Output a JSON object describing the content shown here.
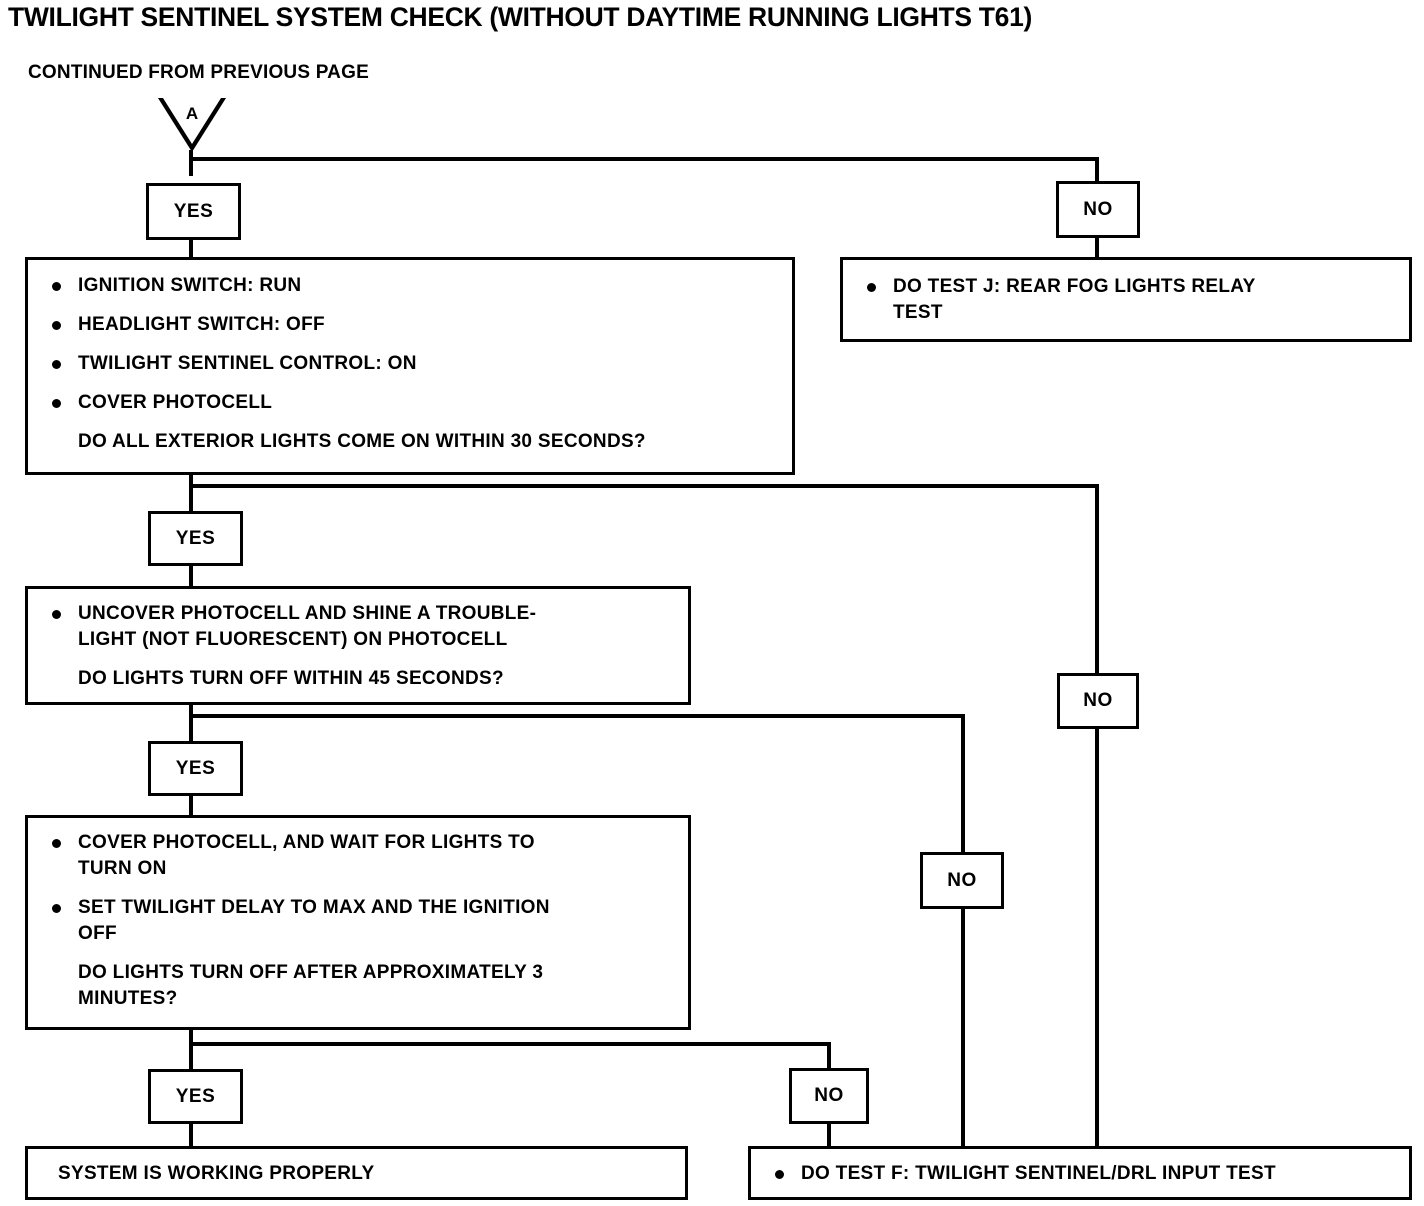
{
  "header": {
    "title": "TWILIGHT SENTINEL SYSTEM CHECK (WITHOUT DAYTIME RUNNING LIGHTS T61)",
    "subtitle": "CONTINUED FROM PREVIOUS PAGE"
  },
  "connector": {
    "label": "A"
  },
  "labels": {
    "yes": "YES",
    "no": "NO"
  },
  "nodes": {
    "step1": {
      "lines": [
        {
          "text": "IGNITION SWITCH: RUN",
          "bullet": true,
          "gap": false
        },
        {
          "text": "HEADLIGHT SWITCH: OFF",
          "bullet": true,
          "gap": true
        },
        {
          "text": "TWILIGHT SENTINEL CONTROL: ON",
          "bullet": true,
          "gap": true
        },
        {
          "text": "COVER PHOTOCELL",
          "bullet": true,
          "gap": true
        },
        {
          "text": "DO ALL EXTERIOR LIGHTS COME ON WITHIN 30 SECONDS?",
          "bullet": false,
          "gap": true
        }
      ]
    },
    "testJ": {
      "lines": [
        {
          "text": "DO TEST J: REAR FOG LIGHTS RELAY",
          "bullet": true,
          "gap": false
        },
        {
          "text": "TEST",
          "bullet": false,
          "gap": false
        }
      ]
    },
    "step2": {
      "lines": [
        {
          "text": "UNCOVER PHOTOCELL AND SHINE A TROUBLE-",
          "bullet": true,
          "gap": false
        },
        {
          "text": "LIGHT (NOT FLUORESCENT) ON PHOTOCELL",
          "bullet": false,
          "gap": false
        },
        {
          "text": "DO LIGHTS TURN OFF WITHIN 45 SECONDS?",
          "bullet": false,
          "gap": true
        }
      ]
    },
    "step3": {
      "lines": [
        {
          "text": "COVER PHOTOCELL, AND WAIT FOR LIGHTS TO",
          "bullet": true,
          "gap": false
        },
        {
          "text": "TURN ON",
          "bullet": false,
          "gap": false
        },
        {
          "text": "SET TWILIGHT DELAY TO MAX AND THE IGNITION",
          "bullet": true,
          "gap": true
        },
        {
          "text": "OFF",
          "bullet": false,
          "gap": false
        },
        {
          "text": "DO LIGHTS TURN OFF AFTER APPROXIMATELY 3",
          "bullet": false,
          "gap": true
        },
        {
          "text": "MINUTES?",
          "bullet": false,
          "gap": false
        }
      ]
    },
    "result": {
      "lines": [
        {
          "text": "SYSTEM IS WORKING PROPERLY",
          "bullet": false,
          "gap": false
        }
      ]
    },
    "testF": {
      "lines": [
        {
          "text": "DO TEST F: TWILIGHT SENTINEL/DRL INPUT TEST",
          "bullet": true,
          "gap": false
        }
      ]
    }
  }
}
